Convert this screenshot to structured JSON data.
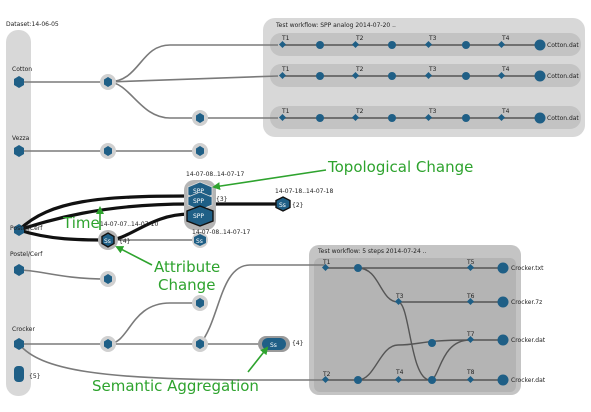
{
  "dataset": {
    "title": "Dataset:14-06-05",
    "rows": [
      "Cotton",
      "Vezza",
      "Postel/Cerf",
      "Postel/Cerf",
      "Crocker"
    ],
    "aggregate_badge": "{5}"
  },
  "workflow_top": {
    "title": "Test workflow: SPP analog 2014-07-20 ..",
    "steps": [
      "T1",
      "T2",
      "T3",
      "T4"
    ],
    "outputs": [
      "Cotton.dat",
      "Cotton.dat",
      "Cotton.dat"
    ]
  },
  "workflow_bottom": {
    "title": "Test workflow: 5 steps 2014-07-24 ..",
    "labels": [
      "T1",
      "T2",
      "T3",
      "T4",
      "T5",
      "T6",
      "T7",
      "T8"
    ],
    "outputs": [
      "Crocker.txt",
      "Crocker.7z",
      "Crocker.dat",
      "Crocker.dat"
    ]
  },
  "nodes": {
    "spp_label": "SPP",
    "ss_label": "Ss",
    "spp_dates": "14-07-08..14-07-17",
    "spp_count": "{3}",
    "ss_top_dates": "14-07-18..14-07-18",
    "ss_top_count": "{2}",
    "ss_left_dates": "14-07-07..14-07-10",
    "ss_left_count": "{4}",
    "ss_mid_dates": "14-07-08..14-07-17",
    "ss_crocker_count": "{4}"
  },
  "annotations": {
    "topological": "Topological Change",
    "time": "Time",
    "attribute_1": "Attribute",
    "attribute_2": "Change",
    "semantic": "Semantic Aggregation"
  },
  "colors": {
    "node": "#1f5f86",
    "annotation": "#2ea32e",
    "panel": "#d8d8d8",
    "lane": "#bfbfbf"
  }
}
